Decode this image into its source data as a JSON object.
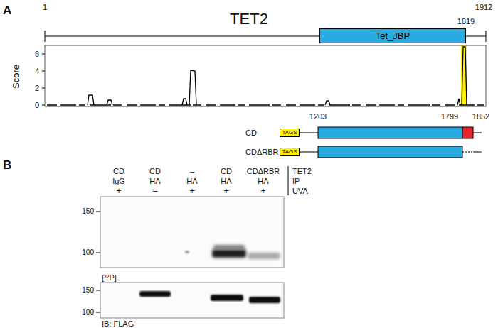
{
  "diagram": {
    "nodes": [
      {
        "text": [
          "Tet_JBP"
        ]
      },
      {
        "text": [
          "TAGS"
        ]
      },
      {
        "text": [
          "TAGS"
        ]
      }
    ],
    "labels": [
      "A",
      "TET2",
      "1",
      "1912",
      "1819",
      "Score",
      "6",
      "4",
      "2",
      "0",
      "1203",
      "1799",
      "1852",
      "CD",
      "CDΔRBR",
      "B",
      "CD",
      "CD",
      "–",
      "CD",
      "CDΔRBR",
      "TET2",
      "IgG",
      "HA",
      "HA",
      "HA",
      "HA",
      "IP",
      "+",
      "–",
      "+",
      "+",
      "+",
      "UVA",
      "150",
      "100",
      "[³²P]",
      "150",
      "100",
      "IB: FLAG"
    ]
  }
}
